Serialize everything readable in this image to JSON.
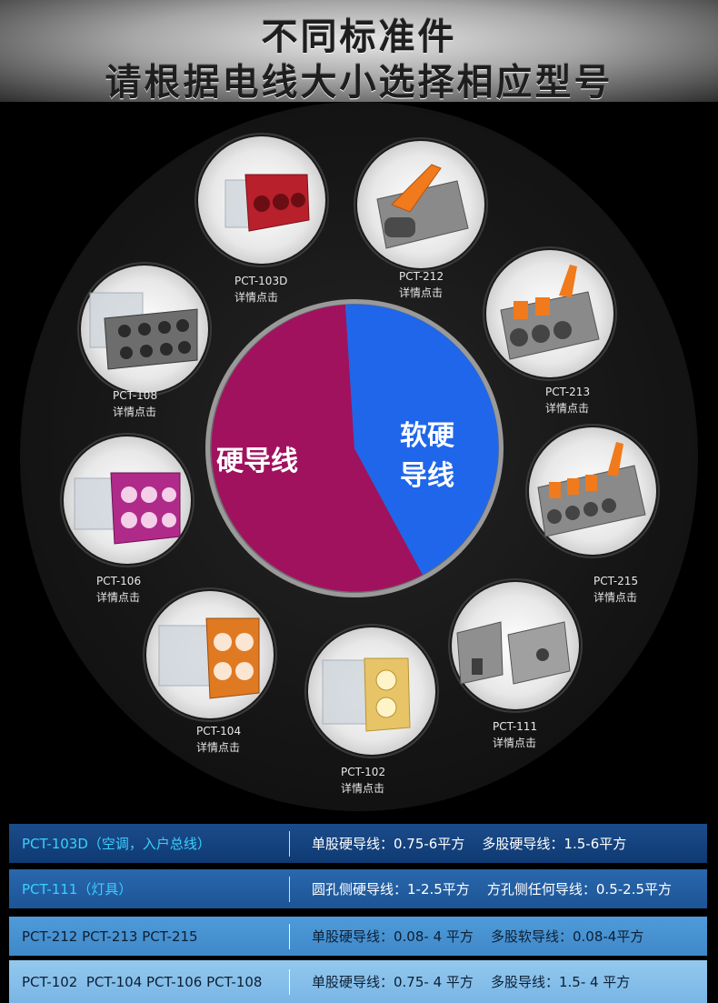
{
  "header": {
    "line1": "不同标准件",
    "line2": "请根据电线大小选择相应型号"
  },
  "pie": {
    "hard_label": "硬导线",
    "soft_label_1": "软硬",
    "soft_label_2": "导线",
    "colors": {
      "hard": "#a0125e",
      "soft": "#1f66ea",
      "ring": "#9a9a9a"
    }
  },
  "products": [
    {
      "model": "PCT-103D",
      "action": "详情点击",
      "housing": "#b8202c"
    },
    {
      "model": "PCT-212",
      "action": "详情点击",
      "housing": "#8a8a8a"
    },
    {
      "model": "PCT-213",
      "action": "详情点击",
      "housing": "#8a8a8a"
    },
    {
      "model": "PCT-215",
      "action": "详情点击",
      "housing": "#8a8a8a"
    },
    {
      "model": "PCT-111",
      "action": "详情点击",
      "housing": "#8a8a8a"
    },
    {
      "model": "PCT-102",
      "action": "详情点击",
      "housing": "#e8c468"
    },
    {
      "model": "PCT-104",
      "action": "详情点击",
      "housing": "#e07a22"
    },
    {
      "model": "PCT-106",
      "action": "详情点击",
      "housing": "#b02a8a"
    },
    {
      "model": "PCT-108",
      "action": "详情点击",
      "housing": "#6d6d6d"
    }
  ],
  "spec_rows": [
    {
      "models": "PCT-103D（空调，入户总线）",
      "spec": "单股硬导线：0.75-6平方    多股硬导线：1.5-6平方"
    },
    {
      "models": "PCT-111（灯具）",
      "spec": "圆孔侧硬导线：1-2.5平方    方孔侧任何导线：0.5-2.5平方"
    },
    {
      "models": "PCT-212 PCT-213 PCT-215",
      "spec": "单股硬导线：0.08- 4 平方    多股软导线：0.08-4平方"
    },
    {
      "models": "PCT-102  PCT-104 PCT-106 PCT-108",
      "spec": "单股硬导线：0.75- 4 平方    多股导线：1.5- 4 平方"
    }
  ]
}
